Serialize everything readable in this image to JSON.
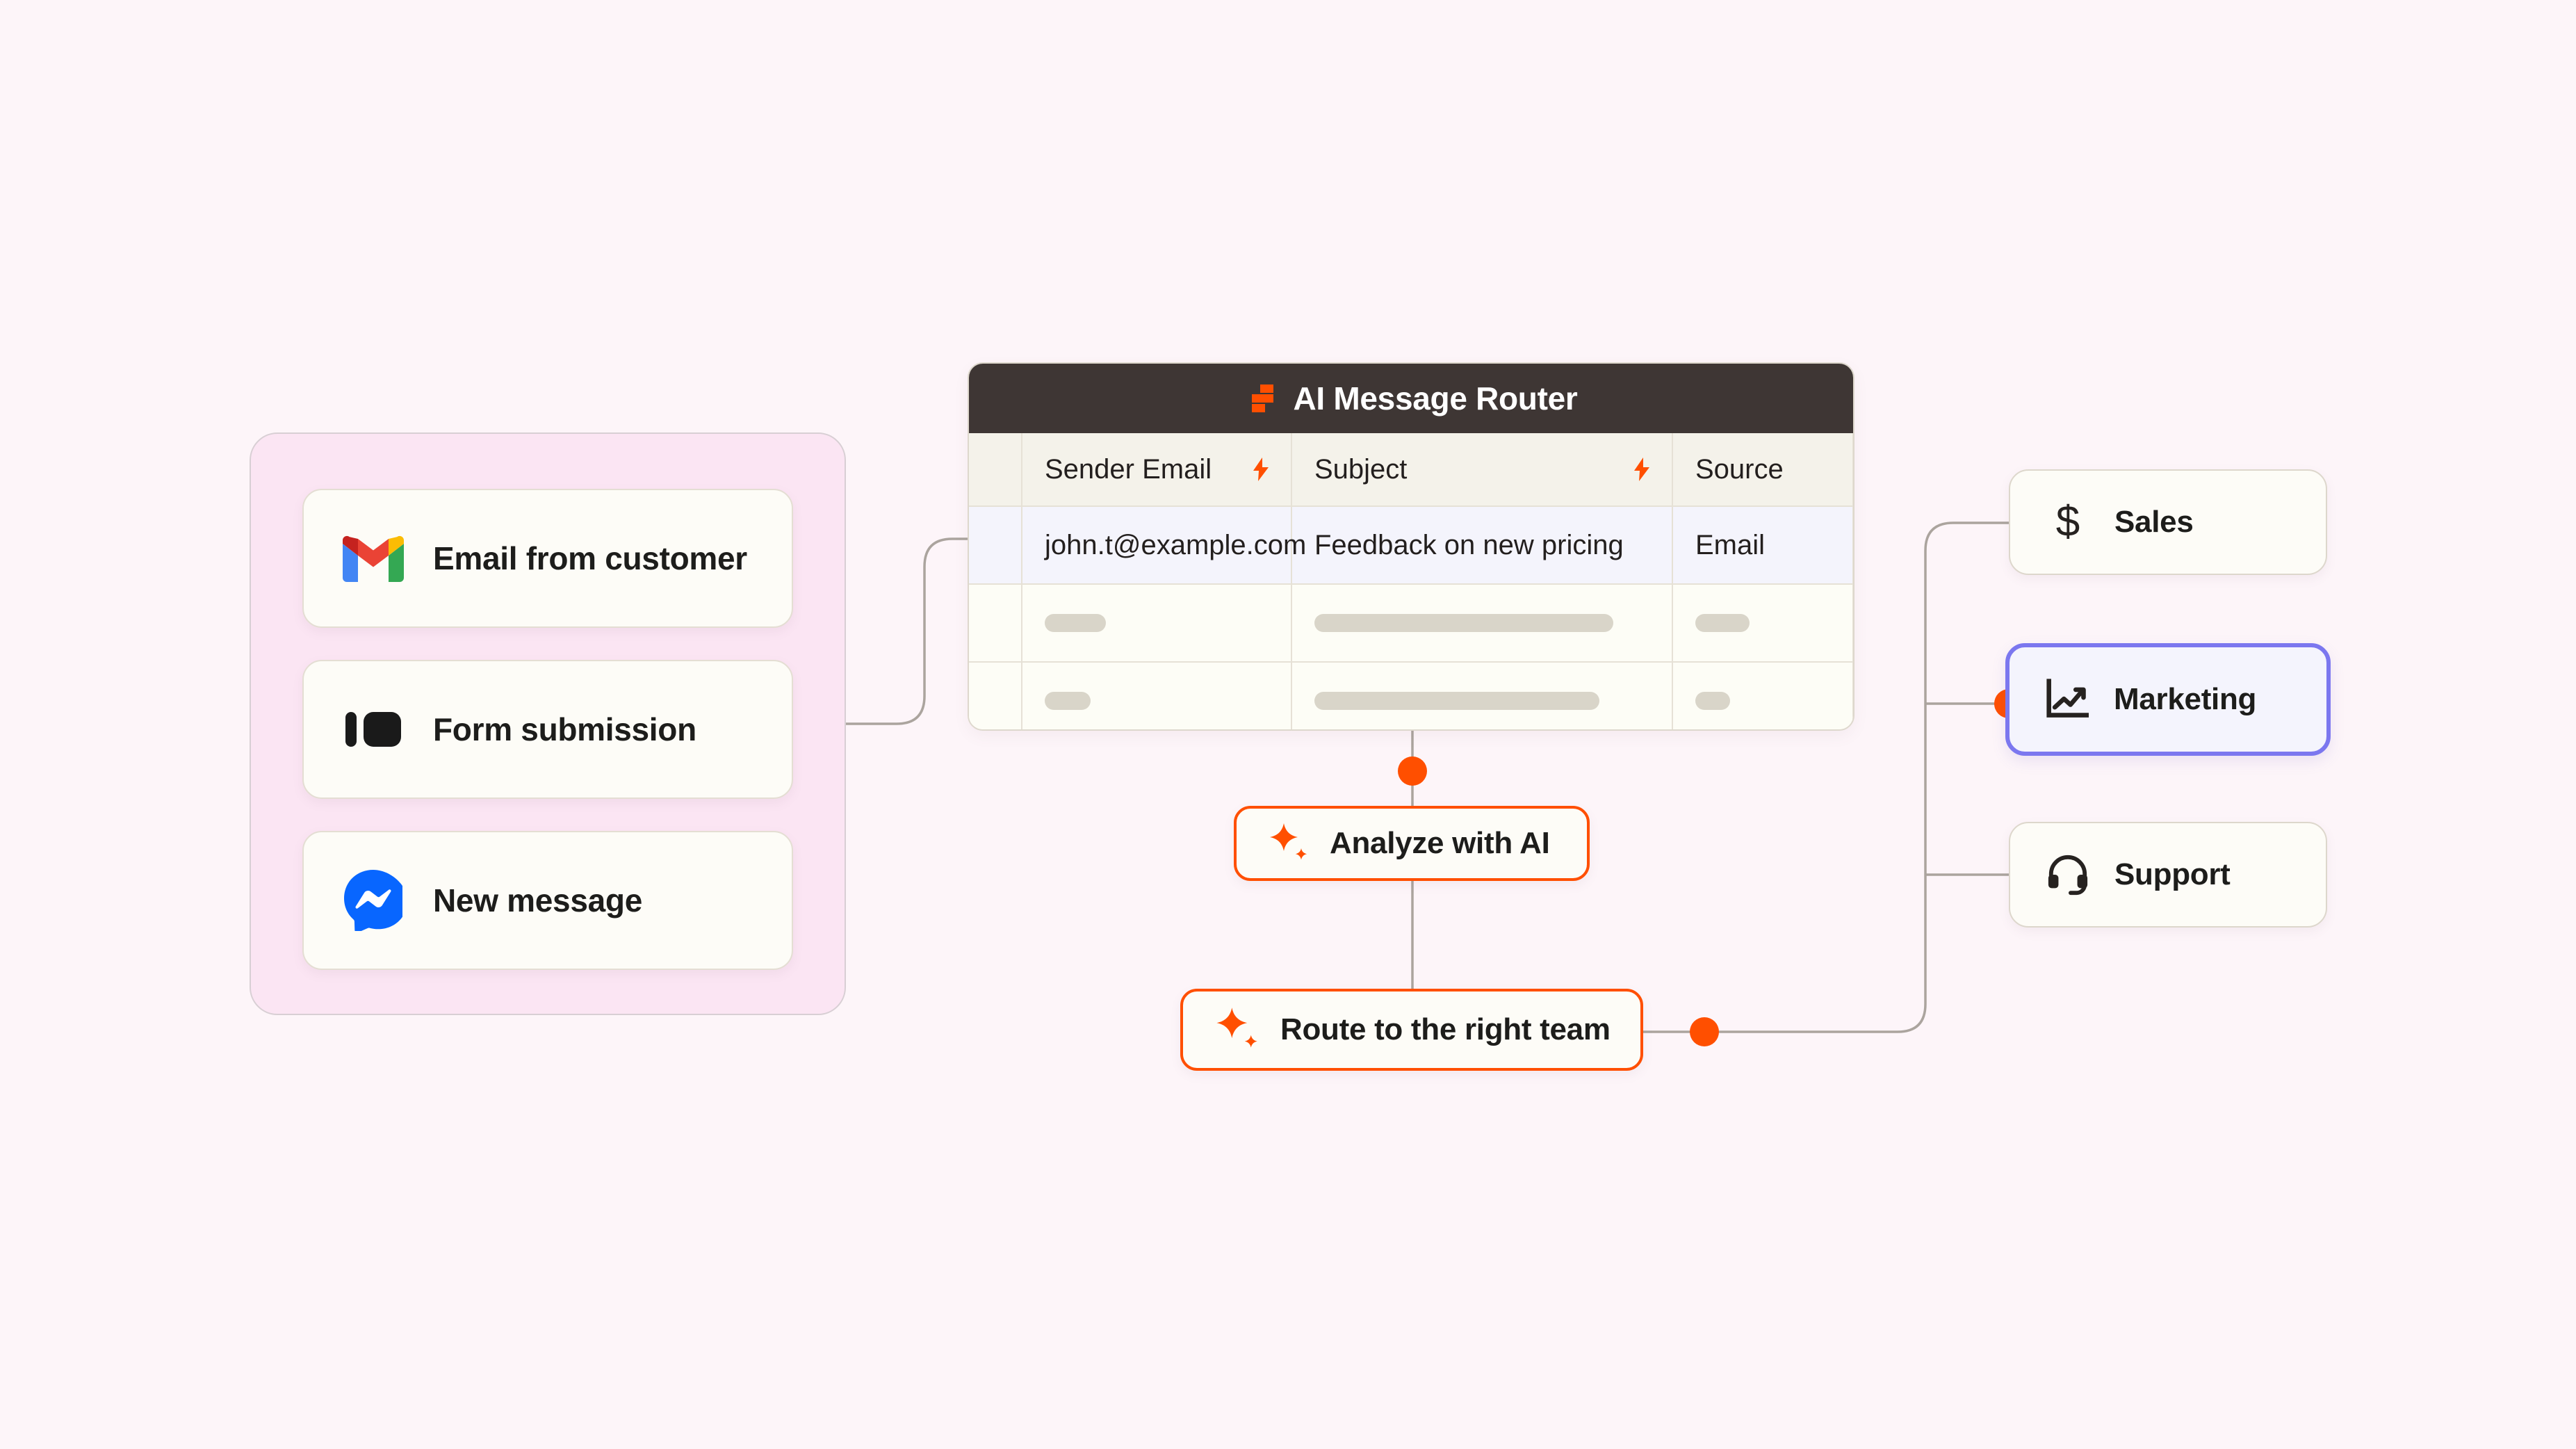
{
  "canvas": {
    "background_color": "#FDF5F9",
    "accent_color": "#FF4F00",
    "highlight_color": "#7B77EF",
    "header_color": "#3E3634",
    "panel_color": "#FBE5F3"
  },
  "triggers": {
    "panel_name": "trigger-sources",
    "items": [
      {
        "label": "Email from customer",
        "icon": "gmail-icon"
      },
      {
        "label": "Form submission",
        "icon": "typeform-icon"
      },
      {
        "label": "New message",
        "icon": "messenger-icon"
      }
    ]
  },
  "router": {
    "title": "AI Message Router",
    "logo_icon": "zapier-logo-icon",
    "columns": [
      {
        "label": "Sender Email",
        "icon": "bolt-icon"
      },
      {
        "label": "Subject",
        "icon": "bolt-icon"
      },
      {
        "label": "Source",
        "icon": ""
      }
    ],
    "rows": [
      {
        "active": true,
        "cells": [
          "john.t@example.com",
          "Feedback on new pricing",
          "Email"
        ]
      },
      {
        "active": false,
        "placeholder_widths": [
          "88px",
          "430px",
          "78px"
        ]
      },
      {
        "active": false,
        "placeholder_widths": [
          "66px",
          "410px",
          "50px"
        ]
      }
    ]
  },
  "actions": [
    {
      "label": "Analyze with AI",
      "icon": "ai-sparkle-icon"
    },
    {
      "label": "Route to the right team",
      "icon": "ai-sparkle-icon"
    }
  ],
  "destinations": [
    {
      "label": "Sales",
      "icon": "dollar-icon",
      "selected": false
    },
    {
      "label": "Marketing",
      "icon": "line-chart-icon",
      "selected": true
    },
    {
      "label": "Support",
      "icon": "headset-icon",
      "selected": false
    }
  ]
}
